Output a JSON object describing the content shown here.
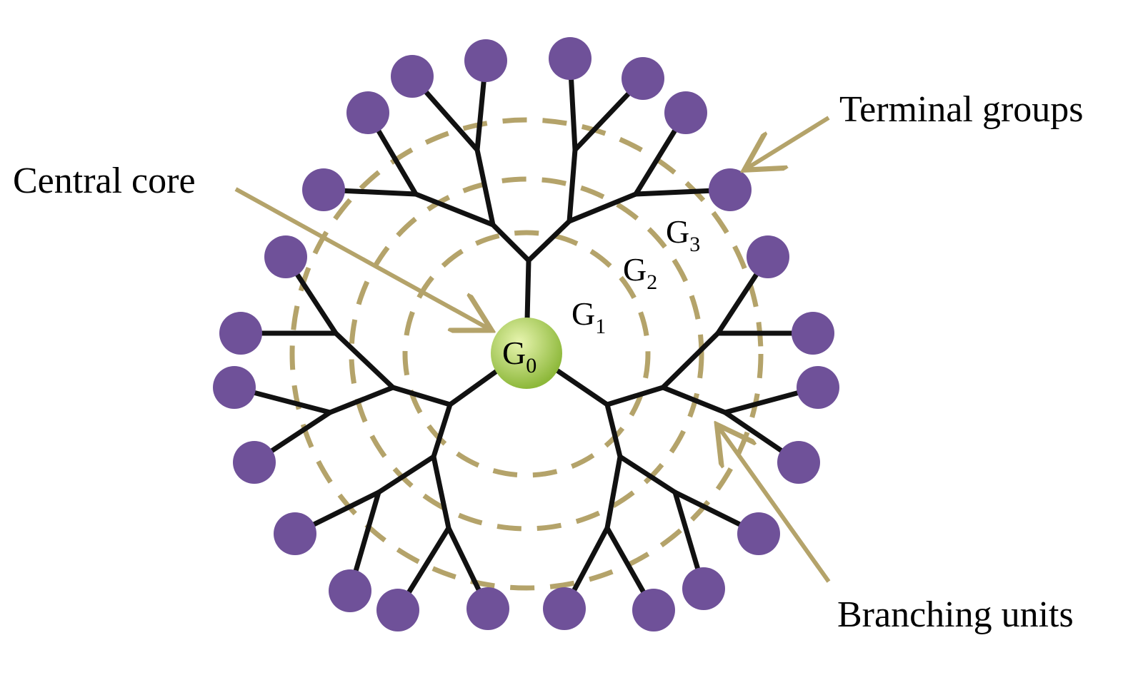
{
  "labels": {
    "central_core": "Central core",
    "terminal_groups": "Terminal groups",
    "branching_units": "Branching units"
  },
  "generations": {
    "g0": {
      "letter": "G",
      "sub": "0"
    },
    "g1": {
      "letter": "G",
      "sub": "1"
    },
    "g2": {
      "letter": "G",
      "sub": "2"
    },
    "g3": {
      "letter": "G",
      "sub": "3"
    }
  },
  "colors": {
    "terminal": "#6f5199",
    "bond": "#111111",
    "shell": "#b4a36a",
    "arrow": "#b4a36a",
    "core_light": "#e8f5b0",
    "core_dark": "#8db83a"
  }
}
